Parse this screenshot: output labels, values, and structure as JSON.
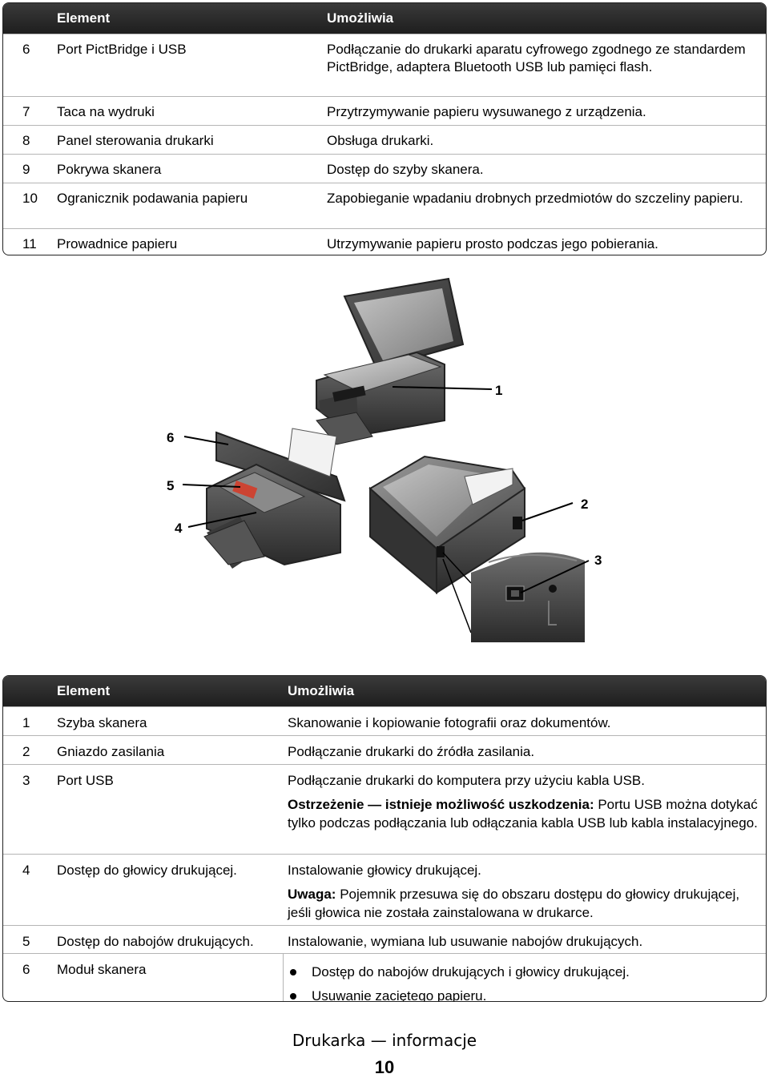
{
  "table_top": {
    "header": {
      "element": "Element",
      "enables": "Umożliwia"
    },
    "rows": [
      {
        "num": "6",
        "element": "Port PictBridge i USB",
        "desc": "Podłączanie do drukarki aparatu cyfrowego zgodnego ze standardem PictBridge, adaptera Bluetooth USB lub pamięci flash."
      },
      {
        "num": "7",
        "element": "Taca na wydruki",
        "desc": "Przytrzymywanie papieru wysuwanego z urządzenia."
      },
      {
        "num": "8",
        "element": "Panel sterowania drukarki",
        "desc": "Obsługa drukarki."
      },
      {
        "num": "9",
        "element": "Pokrywa skanera",
        "desc": "Dostęp do szyby skanera."
      },
      {
        "num": "10",
        "element": "Ogranicznik podawania papieru",
        "desc": "Zapobieganie wpadaniu drobnych przedmiotów do szczeliny papieru."
      },
      {
        "num": "11",
        "element": "Prowadnice papieru",
        "desc": "Utrzymywanie papieru prosto podczas jego pobierania."
      }
    ]
  },
  "figure": {
    "callouts": [
      "1",
      "2",
      "3",
      "4",
      "5",
      "6"
    ]
  },
  "table_bottom": {
    "header": {
      "element": "Element",
      "enables": "Umożliwia"
    },
    "rows": [
      {
        "num": "1",
        "element": "Szyba skanera",
        "desc": "Skanowanie i kopiowanie fotografii oraz dokumentów."
      },
      {
        "num": "2",
        "element": "Gniazdo zasilania",
        "desc": "Podłączanie drukarki do źródła zasilania."
      },
      {
        "num": "3",
        "element": "Port USB",
        "desc": "Podłączanie drukarki do komputera przy użyciu kabla USB.",
        "note_label": "Ostrzeżenie — istnieje możliwość uszkodzenia:",
        "note_text": " Portu USB można dotykać tylko podczas podłączania lub odłączania kabla USB lub kabla instalacyjnego."
      },
      {
        "num": "4",
        "element": "Dostęp do głowicy drukującej.",
        "desc": "Instalowanie głowicy drukującej.",
        "note_label": "Uwaga:",
        "note_text": " Pojemnik przesuwa się do obszaru dostępu do głowicy drukującej, jeśli głowica nie została zainstalowana w drukarce."
      },
      {
        "num": "5",
        "element": "Dostęp do nabojów drukujących.",
        "desc": "Instalowanie, wymiana lub usuwanie nabojów drukujących."
      },
      {
        "num": "6",
        "element": "Moduł skanera",
        "bullets": [
          "Dostęp do nabojów drukujących i głowicy drukującej.",
          "Usuwanie zaciętego papieru."
        ]
      }
    ]
  },
  "footer": {
    "title": "Drukarka — informacje",
    "page": "10"
  }
}
